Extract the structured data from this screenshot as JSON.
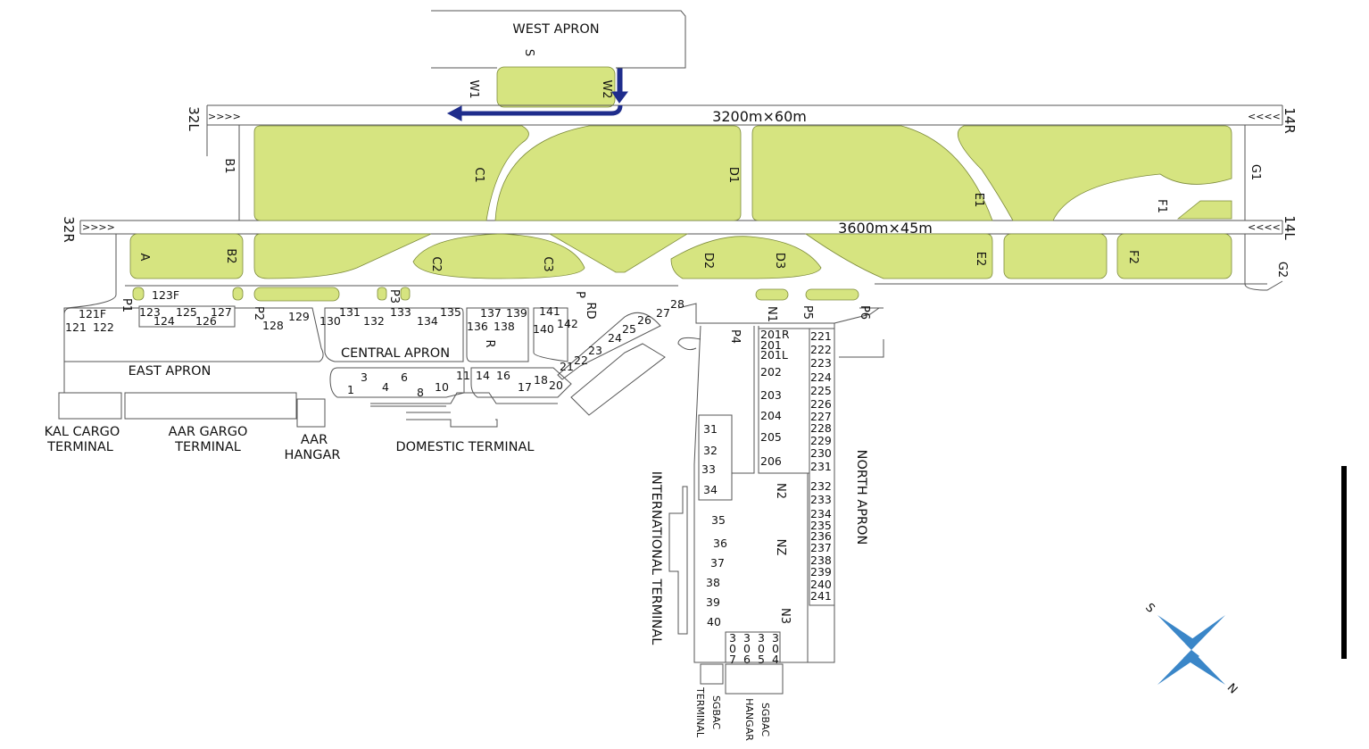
{
  "runways": {
    "north": {
      "dimensions": "3200m×60m",
      "end_west": "32L",
      "end_east": "14R"
    },
    "south": {
      "dimensions": "3600m×45m",
      "end_west": "32R",
      "end_east": "14L"
    },
    "threshold_right": ">>>>",
    "threshold_left": "<<<<"
  },
  "taxiways": {
    "W1": "W1",
    "W2": "W2",
    "S": "S",
    "B1": "B1",
    "C1": "C1",
    "D1": "D1",
    "E1": "E1",
    "F1": "F1",
    "G1": "G1",
    "A": "A",
    "B2": "B2",
    "C2": "C2",
    "C3": "C3",
    "D2": "D2",
    "D3": "D3",
    "E2": "E2",
    "F2": "F2",
    "G2": "G2",
    "P1": "P1",
    "P2": "P2",
    "P3": "P3",
    "P": "P",
    "RD": "RD",
    "R": "R",
    "P4": "P4",
    "P5": "P5",
    "P6": "P6",
    "N1": "N1",
    "N2": "N2",
    "NZ": "NZ",
    "N3": "N3"
  },
  "areas": {
    "west_apron": "WEST APRON",
    "east_apron": "EAST APRON",
    "central_apron": "CENTRAL APRON",
    "north_apron": "NORTH APRON",
    "kal_cargo": [
      "KAL CARGO",
      "TERMINAL"
    ],
    "aar_cargo": [
      "AAR GARGO",
      "TERMINAL"
    ],
    "aar_hangar": [
      "AAR",
      "HANGAR"
    ],
    "domestic_terminal": "DOMESTIC TERMINAL",
    "international_terminal": "INTERNATIONAL TERMINAL",
    "sgbac_terminal": [
      "SGBAC",
      "TERMINAL"
    ],
    "sgbac_hangar": [
      "SGBAC",
      "HANGAR"
    ]
  },
  "stands": {
    "east": [
      "123F",
      "121F",
      "121",
      "122",
      "123",
      "125",
      "127",
      "124",
      "126",
      "128",
      "129"
    ],
    "central": [
      "130",
      "131",
      "132",
      "133",
      "134",
      "135",
      "137",
      "139",
      "136",
      "138",
      "141",
      "142",
      "140"
    ],
    "domestic": [
      "1",
      "3",
      "4",
      "6",
      "8",
      "10",
      "11",
      "14",
      "16",
      "17",
      "18",
      "20"
    ],
    "intl_diag": [
      "21",
      "22",
      "23",
      "24",
      "25",
      "26",
      "27",
      "28"
    ],
    "intl": [
      "31",
      "32",
      "33",
      "34",
      "35",
      "36",
      "37",
      "38",
      "39",
      "40"
    ],
    "north_200": [
      "201R",
      "201",
      "201L",
      "202",
      "203",
      "204",
      "205",
      "206"
    ],
    "north_220": [
      "221",
      "222",
      "223",
      "224",
      "225",
      "226",
      "227",
      "228",
      "229",
      "230",
      "231"
    ],
    "north_230": [
      "232",
      "233",
      "234",
      "235",
      "236",
      "237",
      "238",
      "239",
      "240",
      "241"
    ],
    "north_300": [
      "307",
      "306",
      "305",
      "304"
    ]
  },
  "compass": {
    "north": "N",
    "south": "S"
  },
  "colors": {
    "grass": "#d6e480",
    "arrow": "#1f2d8c",
    "compass": "#3a86c8"
  }
}
